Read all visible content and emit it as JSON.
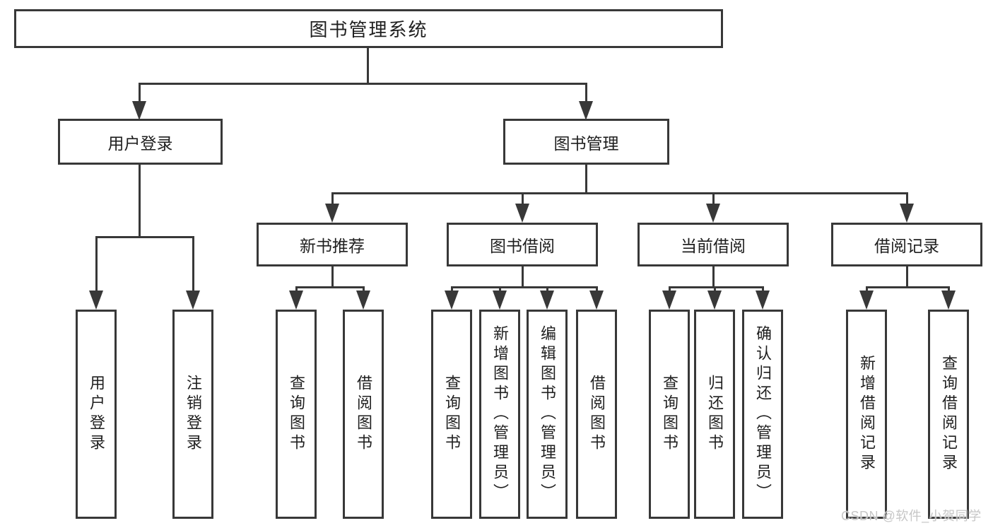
{
  "diagram": {
    "tree": {
      "label": "图书管理系统",
      "children": [
        {
          "label": "用户登录",
          "children": [
            {
              "label": "用户登录"
            },
            {
              "label": "注销登录"
            }
          ]
        },
        {
          "label": "图书管理",
          "children": [
            {
              "label": "新书推荐",
              "children": [
                {
                  "label": "查询图书"
                },
                {
                  "label": "借阅图书"
                }
              ]
            },
            {
              "label": "图书借阅",
              "children": [
                {
                  "label": "查询图书"
                },
                {
                  "label": "新增图书（管理员）"
                },
                {
                  "label": "编辑图书（管理员）"
                },
                {
                  "label": "借阅图书"
                }
              ]
            },
            {
              "label": "当前借阅",
              "children": [
                {
                  "label": "查询图书"
                },
                {
                  "label": "归还图书"
                },
                {
                  "label": "确认归还（管理员）"
                }
              ]
            },
            {
              "label": "借阅记录",
              "children": [
                {
                  "label": "新增借阅记录"
                },
                {
                  "label": "查询借阅记录"
                }
              ]
            }
          ]
        }
      ]
    }
  },
  "watermark": {
    "text": "CSDN @软件_小贺同学"
  },
  "colors": {
    "line": "#383838",
    "box_border": "#383838",
    "box_fill": "#ffffff",
    "background": "#ffffff",
    "text": "#1f1f1f",
    "watermark": "#c6c6c6"
  }
}
